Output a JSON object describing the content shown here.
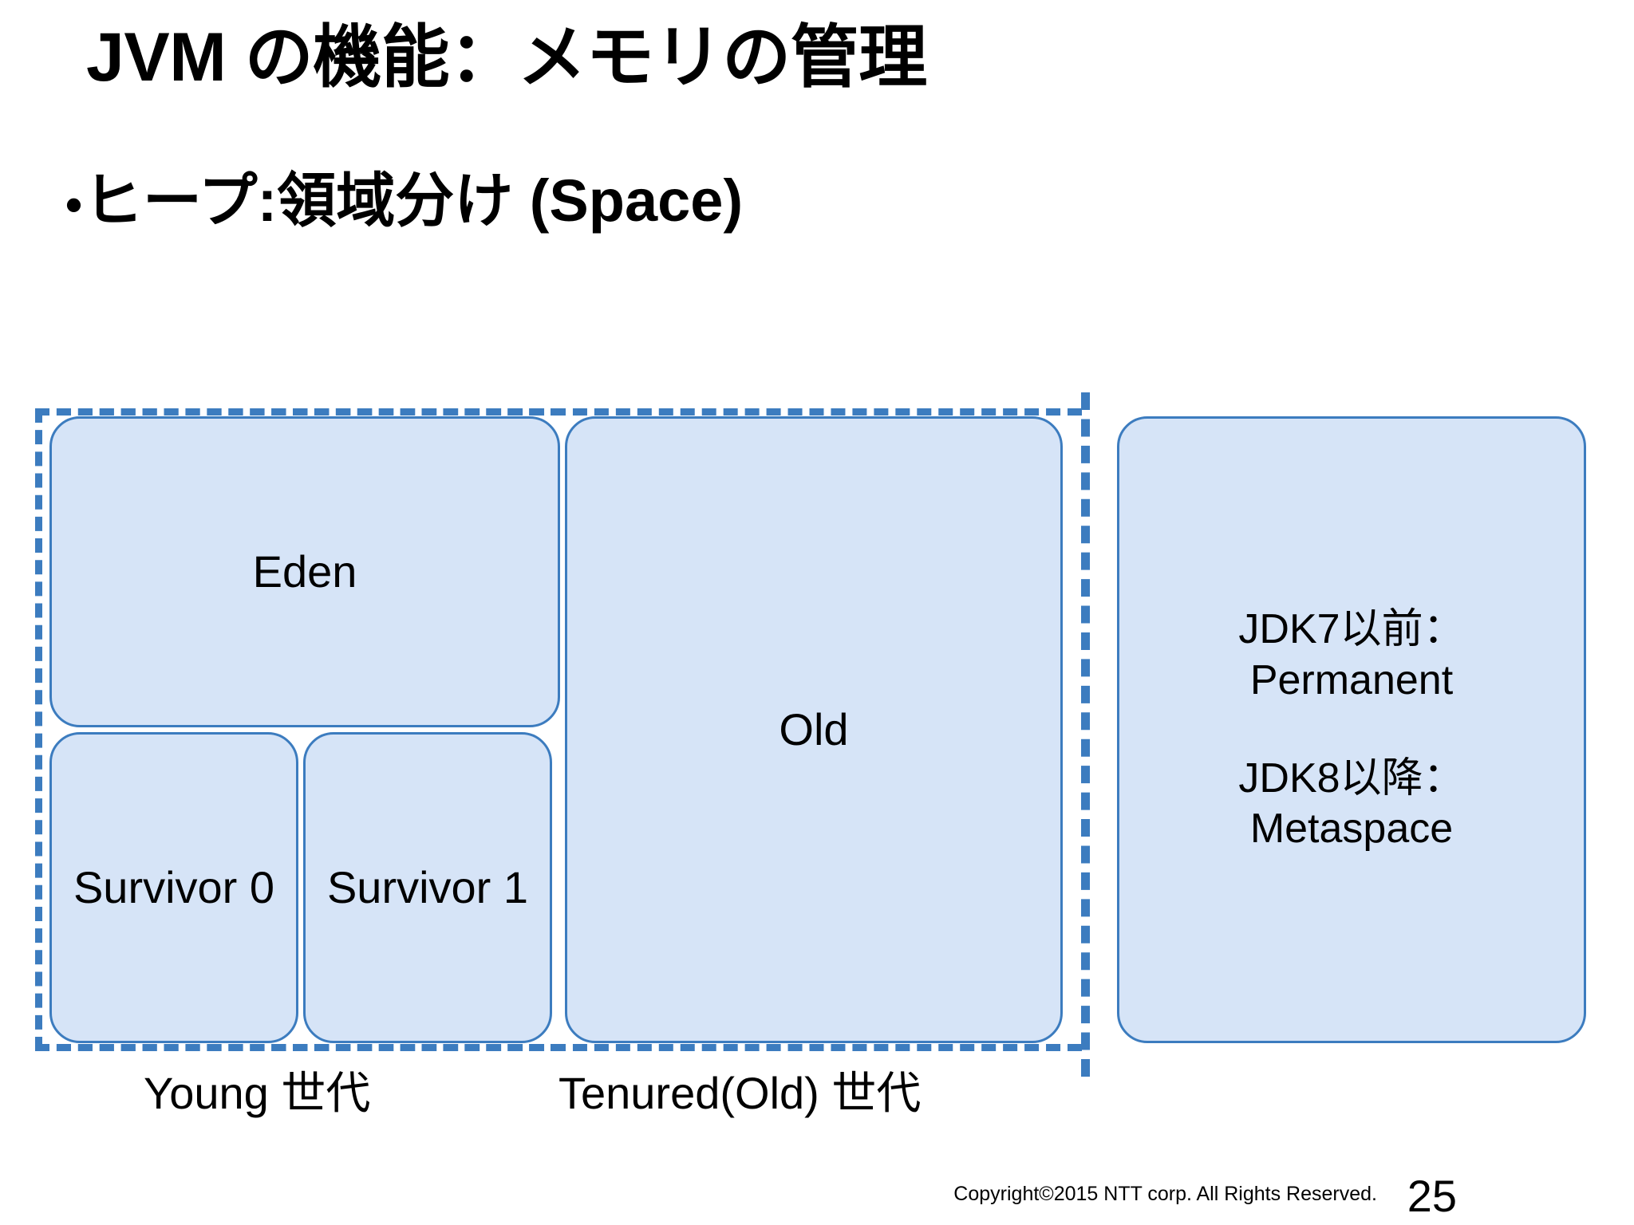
{
  "slide": {
    "title": "JVM の機能：メモリの管理",
    "subtitle_bullet": "•",
    "subtitle": "ヒープ:領域分け (Space)"
  },
  "diagram": {
    "eden_label": "Eden",
    "survivor0_label": "Survivor 0",
    "survivor1_label": "Survivor 1",
    "old_label": "Old",
    "permgen_line1": "JDK7以前：\nPermanent",
    "permgen_line2": "JDK8以降：\nMetaspace",
    "young_caption": "Young 世代",
    "tenured_caption": "Tenured(Old) 世代",
    "colors": {
      "box_fill": "#d6e4f7",
      "box_border": "#3c7cbf",
      "dashed_line": "#3c7cbf",
      "text": "#000000",
      "background": "#ffffff"
    }
  },
  "footer": {
    "copyright": "Copyright©2015  NTT corp. All Rights Reserved.",
    "page_number": "25"
  }
}
